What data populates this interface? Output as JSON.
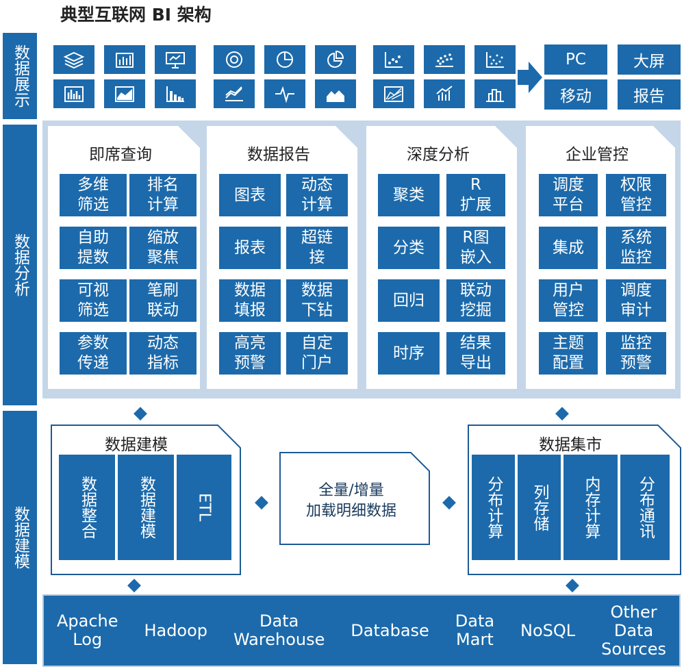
{
  "title": "典型互联网 BI 架构",
  "side_labels": [
    "数据展示",
    "数据分析",
    "数据建模"
  ],
  "chart_icons": [
    "layers-icon",
    "bar-outline-icon",
    "presentation-icon",
    "donut-icon",
    "pie-icon",
    "pie-slice-icon",
    "scatter-icon",
    "scatter-dots-icon",
    "scatter-grid-icon",
    "column-chart-icon",
    "area-line-icon",
    "bar-chart-icon",
    "multi-line-icon",
    "pulse-line-icon",
    "area-chart-icon",
    "hatched-area-icon",
    "trend-bars-icon",
    "step-bar-icon"
  ],
  "arrow_icon": "right-arrow-icon",
  "outputs": [
    "PC",
    "大屏",
    "移动",
    "报告"
  ],
  "analysis": [
    {
      "title": "即席查询",
      "items": [
        "多维\n筛选",
        "排名\n计算",
        "自助\n提数",
        "缩放\n聚焦",
        "可视\n筛选",
        "笔刷\n联动",
        "参数\n传递",
        "动态\n指标"
      ]
    },
    {
      "title": "数据报告",
      "items": [
        "图表",
        "动态\n计算",
        "报表",
        "超链\n接",
        "数据\n填报",
        "数据\n下钻",
        "高亮\n预警",
        "自定\n门户"
      ]
    },
    {
      "title": "深度分析",
      "items": [
        "聚类",
        "R\n扩展",
        "分类",
        "R图\n嵌入",
        "回归",
        "联动\n挖掘",
        "时序",
        "结果\n导出"
      ]
    },
    {
      "title": "企业管控",
      "items": [
        "调度\n平台",
        "权限\n管控",
        "集成",
        "系统\n监控",
        "用户\n管控",
        "调度\n审计",
        "主题\n配置",
        "监控\n预警"
      ]
    }
  ],
  "modeling": {
    "title": "数据建模",
    "columns": [
      "数据整合",
      "数据建模",
      "ETL"
    ]
  },
  "center_box": {
    "line1": "全量/增量",
    "line2": "加载明细数据"
  },
  "mart": {
    "title": "数据集市",
    "columns": [
      "分布计算",
      "列存储",
      "内存计算",
      "分布通讯"
    ]
  },
  "sources": [
    "Apache\nLog",
    "Hadoop",
    "Data\nWarehouse",
    "Database",
    "Data\nMart",
    "NoSQL",
    "Other\nData\nSources"
  ],
  "arrows": {
    "updown": "◆",
    "leftright": "◆"
  },
  "colors": {
    "primary": "#1c6aab",
    "panel": "#c5d6e8",
    "outline": "#1c5a95"
  }
}
